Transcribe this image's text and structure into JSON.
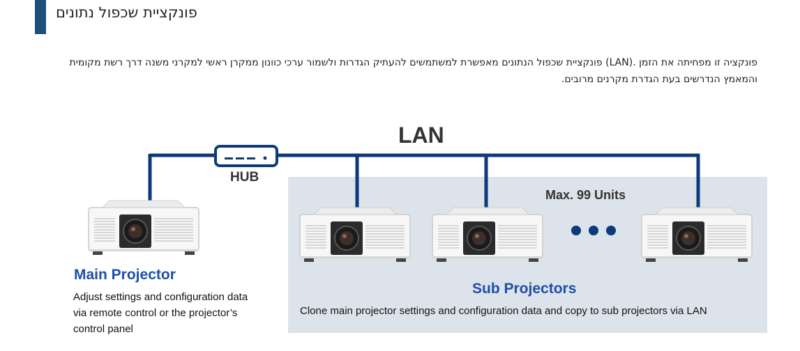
{
  "page": {
    "title": "פונקציית שכפול נתונים",
    "description_lines": [
      "פונקציה זו מפחיתה את הזמן .(LAN) פונקציית שכפול הנתונים מאפשרת למשתמשים להעתיק הגדרות ולשמור ערכי כוונון ממקרן ראשי למקרני משנה דרך רשת מקומית",
      "והמאמץ הנדרשים בעת הגדרת מקרנים מרובים."
    ]
  },
  "diagram": {
    "lan_label": "LAN",
    "hub_label": "HUB",
    "max_units_label": "Max. 99 Units",
    "main_projector": {
      "title": "Main Projector",
      "description_lines": [
        "Adjust settings and configuration data",
        "via remote control or the projector’s",
        "control panel"
      ]
    },
    "sub_projectors": {
      "title": "Sub Projectors",
      "description": "Clone main projector settings and configuration data and copy to sub projectors via LAN"
    },
    "colors": {
      "network_line": "#0d3a7a",
      "heading_blue": "#1f4ea8",
      "panel_bg": "#dde3ea",
      "title_bar": "#1f4e79"
    },
    "icons": [
      "hub-icon",
      "projector-icon",
      "ellipsis-dots-icon"
    ]
  }
}
